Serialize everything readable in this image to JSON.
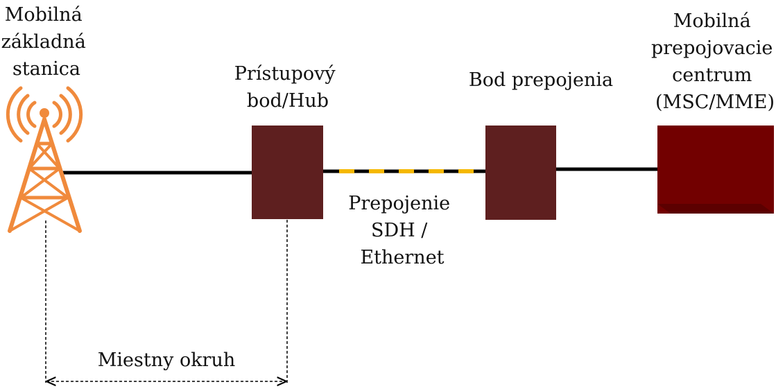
{
  "labels": {
    "base_station": [
      "Mobilná",
      "základná",
      "stanica"
    ],
    "hub": [
      "Prístupový",
      "bod/Hub"
    ],
    "switch_point": "Bod prepojenia",
    "msc": [
      "Mobilná",
      "prepojovacie",
      "centrum",
      "(MSC/MME)"
    ],
    "link": [
      "Prepojenie",
      "SDH /",
      "Ethernet"
    ],
    "local_loop": "Miestny okruh"
  },
  "colors": {
    "tower": "#F08A3C",
    "hub_box": "#5E1F1F",
    "switch_box": "#5E1F1F",
    "msc_front": "#720000",
    "msc_top": "#8A1A1A",
    "msc_side": "#5C0000",
    "line": "#000000",
    "dash_accent": "#F5B800"
  },
  "icons": {
    "tower": "cell-tower-icon",
    "msc": "msc-cube-icon"
  }
}
